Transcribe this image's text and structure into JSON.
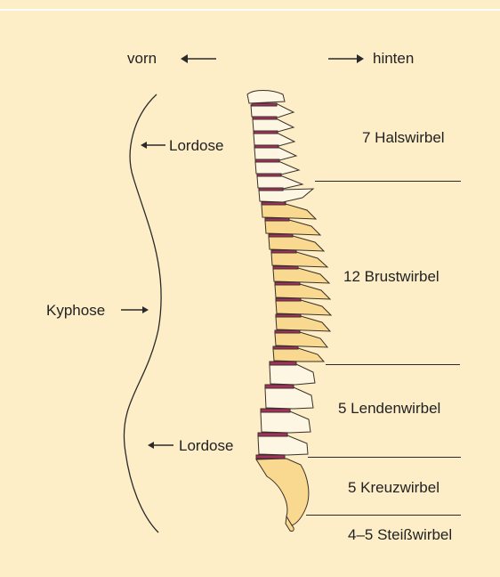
{
  "direction": {
    "front": "vorn",
    "back": "hinten"
  },
  "curvature": {
    "upper_lordosis": "Lordose",
    "kyphosis": "Kyphose",
    "lower_lordosis": "Lordose"
  },
  "regions": [
    {
      "label": "7 Halswirbel"
    },
    {
      "label": "12 Brustwirbel"
    },
    {
      "label": "5 Lendenwirbel"
    },
    {
      "label": "5 Kreuzwirbel"
    },
    {
      "label": "4–5 Steißwirbel"
    }
  ],
  "colors": {
    "background": "#fdeec8",
    "cervical_bone": "#fdf6e2",
    "thoracic_bone": "#f8d98f",
    "lumbar_bone": "#fdf6e2",
    "sacrum_bone": "#f8d98f",
    "disc": "#a3305e",
    "line": "#2a2a2a"
  },
  "icons": {
    "left_arrow": "arrow-left-icon",
    "right_arrow": "arrow-right-icon"
  }
}
